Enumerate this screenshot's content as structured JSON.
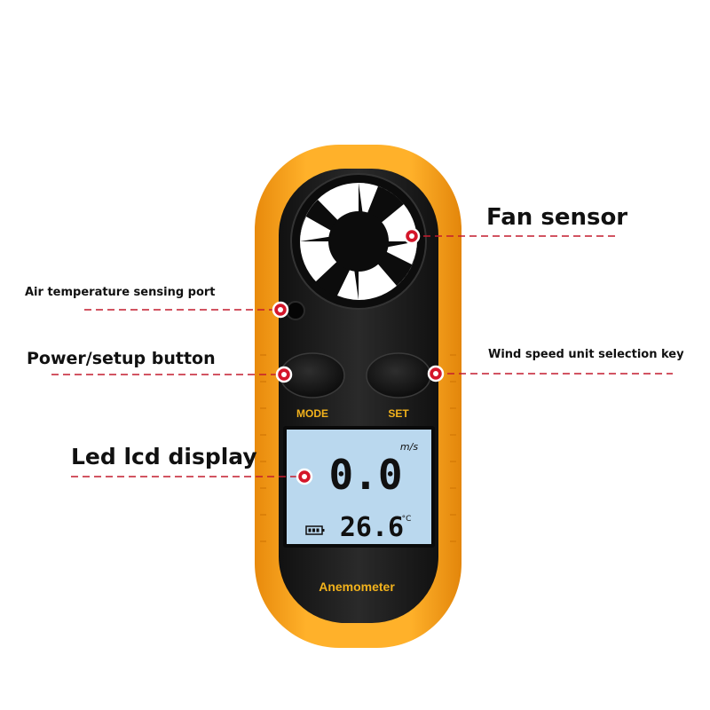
{
  "labels": {
    "fan_sensor": "Fan sensor",
    "air_temp_port": "Air temperature sensing port",
    "power_button": "Power/setup button",
    "wind_unit_key": "Wind speed unit selection key",
    "led_display": "Led lcd display"
  },
  "device": {
    "mode_label": "MODE",
    "set_label": "SET",
    "speed_reading": "0.0",
    "speed_unit": "m/s",
    "temp_reading": "26.6",
    "temp_unit": "°C",
    "name": "Anemometer"
  },
  "colors": {
    "housing": "#f7a21b",
    "body": "#1b1b1b",
    "lcd": "#b9d8ee",
    "marker": "#d4162a",
    "leader": "#c41c2e"
  }
}
